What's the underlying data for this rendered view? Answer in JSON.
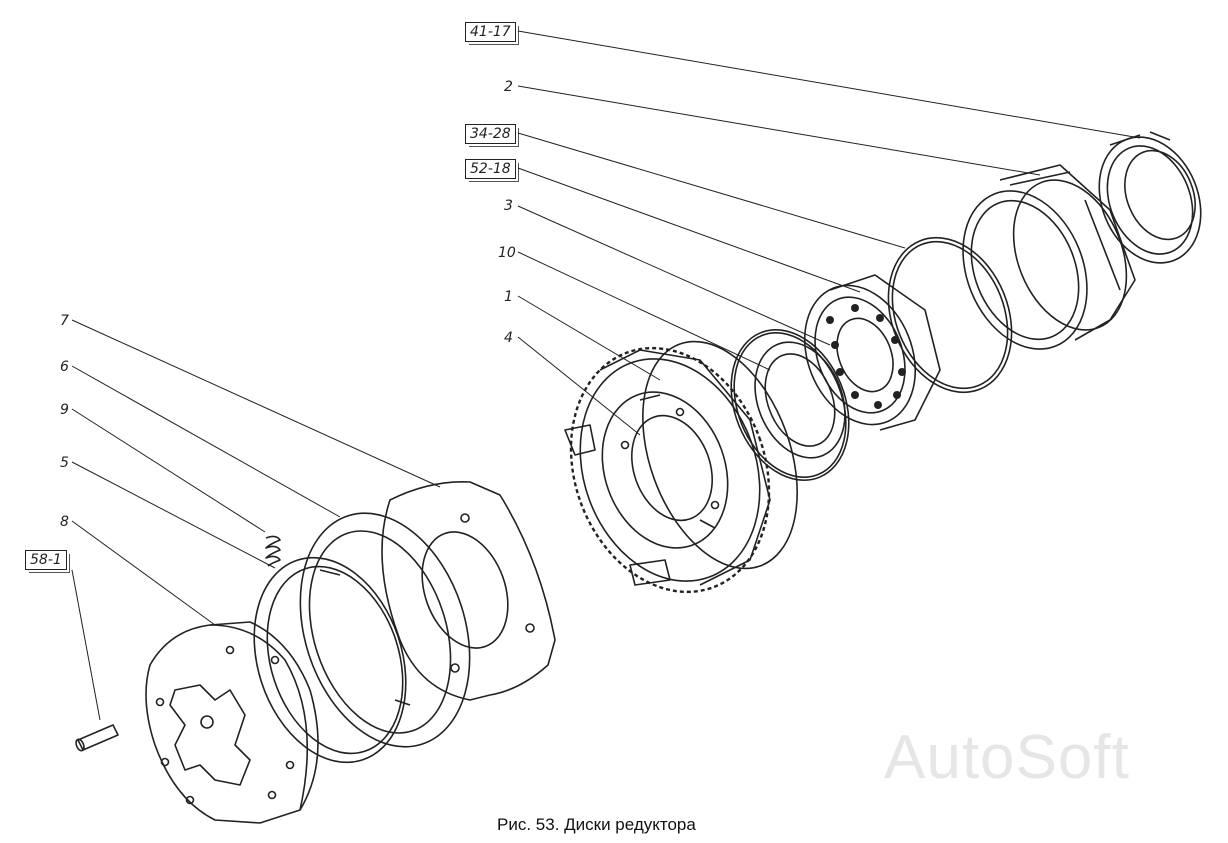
{
  "caption": "Рис. 53. Диски редуктора",
  "watermark": "AutoSoft",
  "callouts": {
    "c41_17": "41-17",
    "c2": "2",
    "c34_28": "34-28",
    "c52_18": "52-18",
    "c3": "3",
    "c10": "10",
    "c1": "1",
    "c4": "4",
    "c7": "7",
    "c6": "6",
    "c9": "9",
    "c5": "5",
    "c8": "8",
    "c58_1": "58-1"
  },
  "colors": {
    "line": "#222222",
    "background": "#ffffff",
    "watermark": "#e6e6e6"
  }
}
